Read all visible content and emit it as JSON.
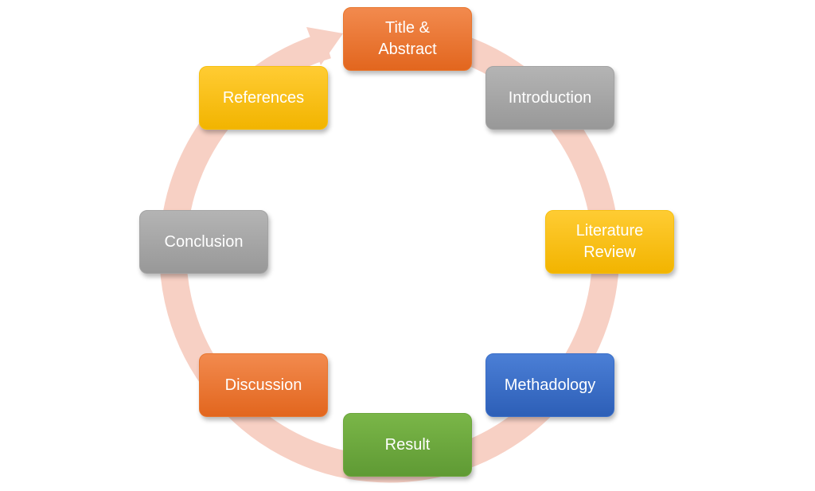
{
  "diagram": {
    "type": "cycle",
    "ring_color": "#f7d0c4",
    "nodes": [
      {
        "label": "Title &\nAbstract",
        "color": "orange"
      },
      {
        "label": "Introduction",
        "color": "gray"
      },
      {
        "label": "Literature\nReview",
        "color": "yellow"
      },
      {
        "label": "Methadology",
        "color": "blue"
      },
      {
        "label": "Result",
        "color": "green"
      },
      {
        "label": "Discussion",
        "color": "orange"
      },
      {
        "label": "Conclusion",
        "color": "gray"
      },
      {
        "label": "References",
        "color": "yellow"
      }
    ]
  }
}
